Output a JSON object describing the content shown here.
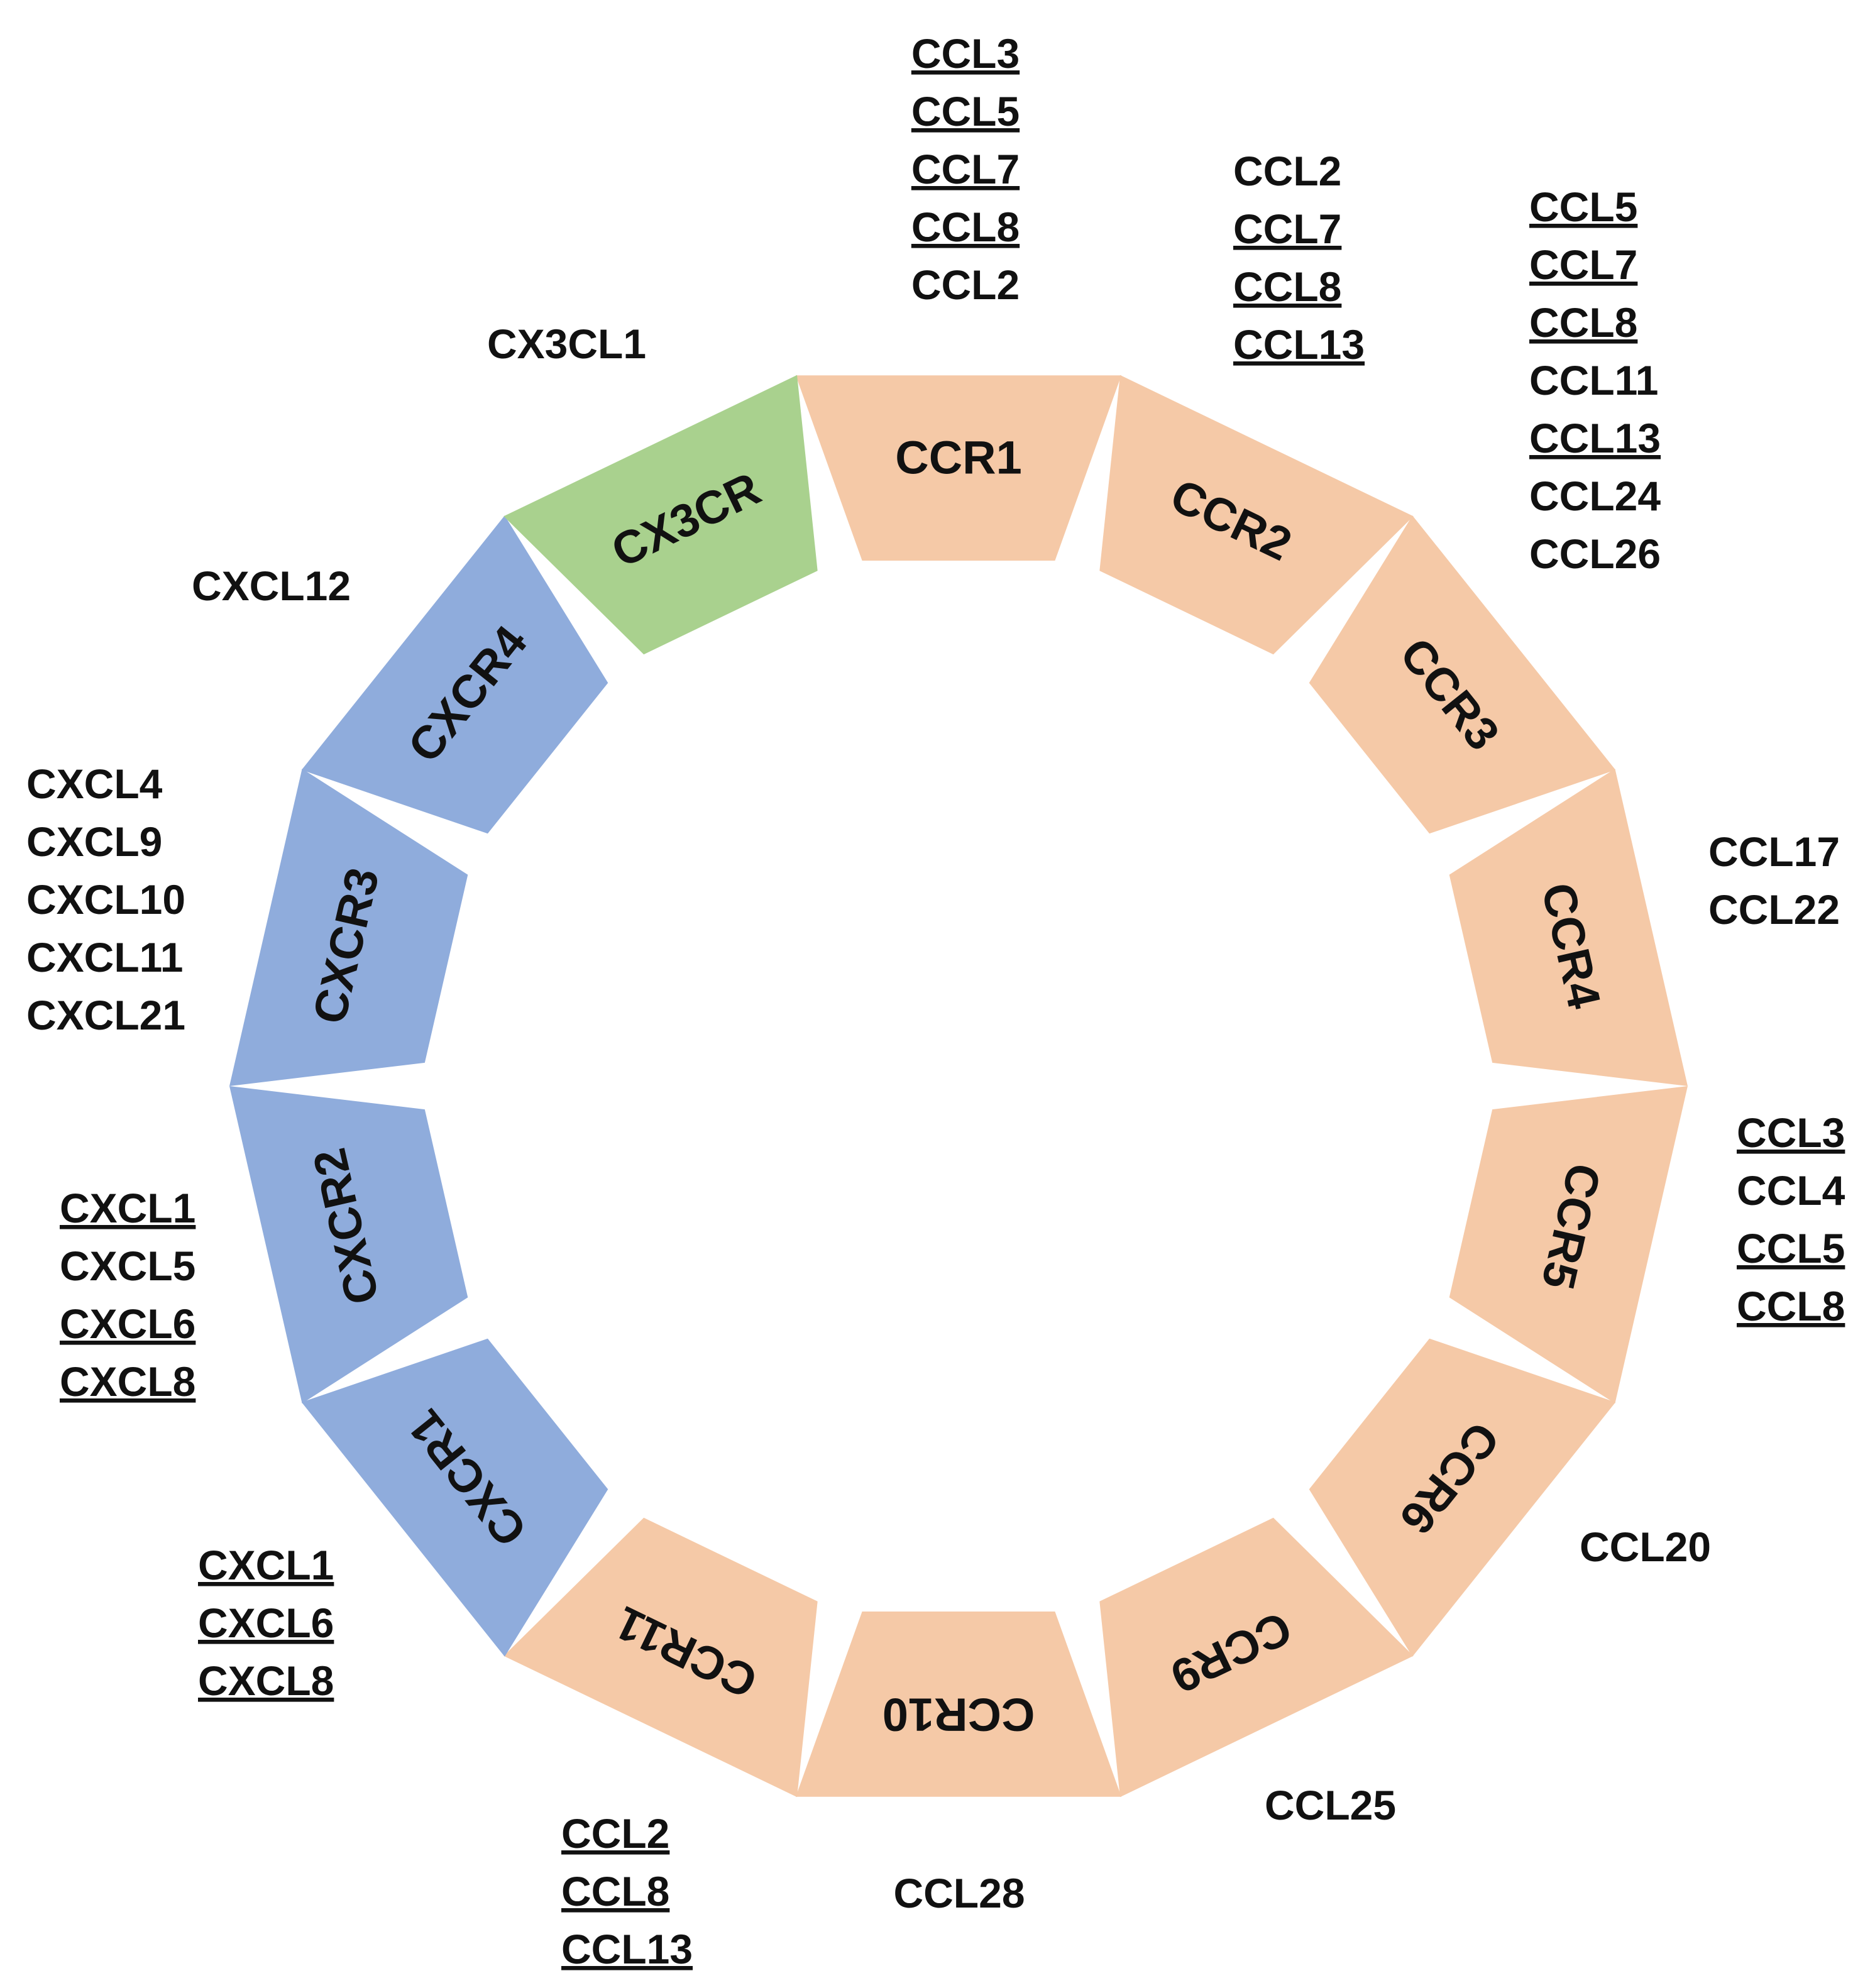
{
  "colors": {
    "cc_receptor": "#f5c9a7",
    "cxc_receptor": "#8facdc",
    "cx3c_receptor": "#a9d18e",
    "text": "#111111"
  },
  "receptors": [
    {
      "id": "ccr1",
      "label": "CCR1",
      "family": "cc",
      "ligands": [
        {
          "name": "CCL3",
          "underlined": true
        },
        {
          "name": "CCL5",
          "underlined": true
        },
        {
          "name": "CCL7",
          "underlined": true
        },
        {
          "name": "CCL8",
          "underlined": true
        },
        {
          "name": "CCL2",
          "underlined": false
        }
      ]
    },
    {
      "id": "ccr2",
      "label": "CCR2",
      "family": "cc",
      "ligands": [
        {
          "name": "CCL2",
          "underlined": false
        },
        {
          "name": "CCL7",
          "underlined": true
        },
        {
          "name": "CCL8",
          "underlined": true
        },
        {
          "name": "CCL13",
          "underlined": true
        }
      ]
    },
    {
      "id": "ccr3",
      "label": "CCR3",
      "family": "cc",
      "ligands": [
        {
          "name": "CCL5",
          "underlined": true
        },
        {
          "name": "CCL7",
          "underlined": true
        },
        {
          "name": "CCL8",
          "underlined": true
        },
        {
          "name": "CCL11",
          "underlined": false
        },
        {
          "name": "CCL13",
          "underlined": true
        },
        {
          "name": "CCL24",
          "underlined": false
        },
        {
          "name": "CCL26",
          "underlined": false
        }
      ]
    },
    {
      "id": "ccr4",
      "label": "CCR4",
      "family": "cc",
      "ligands": [
        {
          "name": "CCL17",
          "underlined": false
        },
        {
          "name": "CCL22",
          "underlined": false
        }
      ]
    },
    {
      "id": "ccr5",
      "label": "CCR5",
      "family": "cc",
      "ligands": [
        {
          "name": "CCL3",
          "underlined": true
        },
        {
          "name": "CCL4",
          "underlined": false
        },
        {
          "name": "CCL5",
          "underlined": true
        },
        {
          "name": "CCL8",
          "underlined": true
        }
      ]
    },
    {
      "id": "ccr6",
      "label": "CCR6",
      "family": "cc",
      "ligands": [
        {
          "name": "CCL20",
          "underlined": false
        }
      ]
    },
    {
      "id": "ccr9",
      "label": "CCR9",
      "family": "cc",
      "ligands": [
        {
          "name": "CCL25",
          "underlined": false
        }
      ]
    },
    {
      "id": "ccr10",
      "label": "CCR10",
      "family": "cc",
      "ligands": [
        {
          "name": "CCL28",
          "underlined": false
        }
      ]
    },
    {
      "id": "ccr11",
      "label": "CCR11",
      "family": "cc",
      "ligands": [
        {
          "name": "CCL2",
          "underlined": true
        },
        {
          "name": "CCL8",
          "underlined": true
        },
        {
          "name": "CCL13",
          "underlined": true
        }
      ]
    },
    {
      "id": "cxcr1",
      "label": "CXCR1",
      "family": "cxc",
      "ligands": [
        {
          "name": "CXCL1",
          "underlined": true
        },
        {
          "name": "CXCL6",
          "underlined": true
        },
        {
          "name": "CXCL8",
          "underlined": true
        }
      ]
    },
    {
      "id": "cxcr2",
      "label": "CXCR2",
      "family": "cxc",
      "ligands": [
        {
          "name": "CXCL1",
          "underlined": true
        },
        {
          "name": "CXCL5",
          "underlined": false
        },
        {
          "name": "CXCL6",
          "underlined": true
        },
        {
          "name": "CXCL8",
          "underlined": true
        }
      ]
    },
    {
      "id": "cxcr3",
      "label": "CXCR3",
      "family": "cxc",
      "ligands": [
        {
          "name": "CXCL4",
          "underlined": false
        },
        {
          "name": "CXCL9",
          "underlined": false
        },
        {
          "name": "CXCL10",
          "underlined": false
        },
        {
          "name": "CXCL11",
          "underlined": false
        },
        {
          "name": "CXCL21",
          "underlined": false
        }
      ]
    },
    {
      "id": "cxcr4",
      "label": "CXCR4",
      "family": "cxc",
      "ligands": [
        {
          "name": "CXCL12",
          "underlined": false
        }
      ]
    },
    {
      "id": "cx3cr",
      "label": "CX3CR",
      "family": "cx3c",
      "ligands": [
        {
          "name": "CX3CL1",
          "underlined": false
        }
      ]
    }
  ]
}
